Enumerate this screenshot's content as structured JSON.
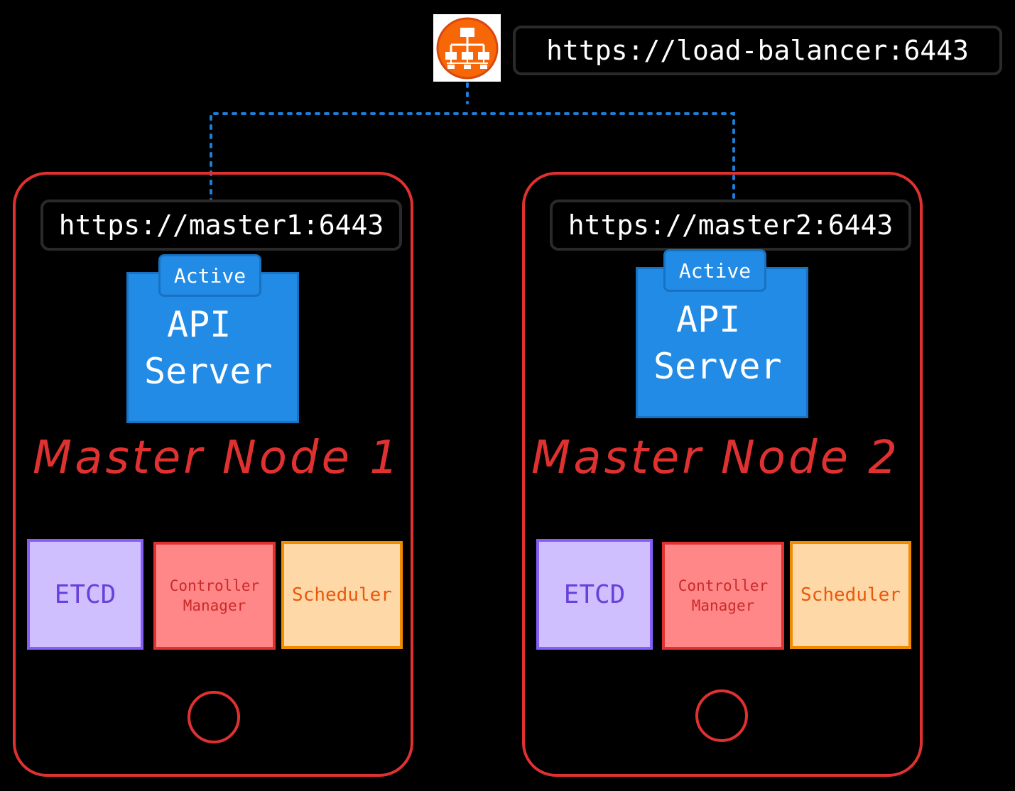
{
  "load_balancer": {
    "icon": "load-balancer-icon",
    "url": "https://load-balancer:6443"
  },
  "nodes": [
    {
      "url": "https://master1:6443",
      "status": "Active",
      "api_server_line1": "API",
      "api_server_line2": "Server",
      "title": "Master Node 1",
      "components": {
        "etcd": "ETCD",
        "controller_line1": "Controller",
        "controller_line2": "Manager",
        "scheduler": "Scheduler"
      }
    },
    {
      "url": "https://master2:6443",
      "status": "Active",
      "api_server_line1": "API",
      "api_server_line2": "Server",
      "title": "Master Node 2",
      "components": {
        "etcd": "ETCD",
        "controller_line1": "Controller",
        "controller_line2": "Manager",
        "scheduler": "Scheduler"
      }
    }
  ],
  "colors": {
    "background": "#000000",
    "node_border": "#e03131",
    "api_server": "#228be6",
    "connector": "#1c7ed6",
    "load_balancer": "#f76707",
    "etcd": "#d0bfff",
    "controller_manager": "#ff8787",
    "scheduler": "#ffd8a8"
  }
}
